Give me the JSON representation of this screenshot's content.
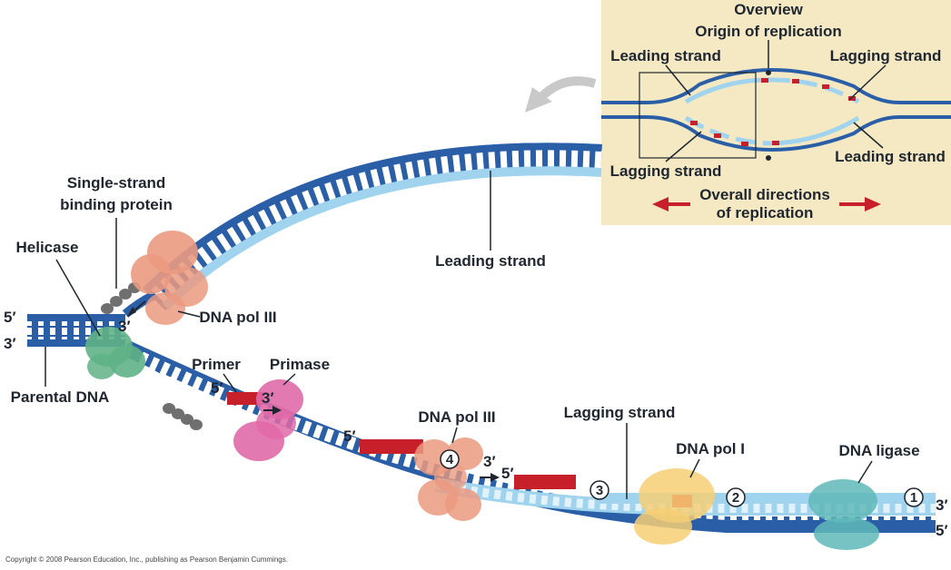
{
  "overview": {
    "title": "Overview",
    "origin": "Origin of replication",
    "leading_left": "Leading strand",
    "lagging_right": "Lagging strand",
    "lagging_left": "Lagging strand",
    "leading_right": "Leading strand",
    "directions_line1": "Overall directions",
    "directions_line2": "of replication"
  },
  "labels": {
    "ssb_line1": "Single-strand",
    "ssb_line2": "binding protein",
    "helicase": "Helicase",
    "leading_strand": "Leading strand",
    "dna_pol3_top": "DNA pol III",
    "parental_dna": "Parental DNA",
    "primer": "Primer",
    "primase": "Primase",
    "dna_pol3_bottom": "DNA pol III",
    "lagging_strand": "Lagging strand",
    "dna_pol1": "DNA pol I",
    "dna_ligase": "DNA ligase"
  },
  "ends": {
    "left_top": "5′",
    "left_bottom": "3′",
    "fork_3": "3′",
    "primer_5": "5′",
    "primer_3": "3′",
    "frag_a_5": "5′",
    "frag_b_3": "3′",
    "frag_b_5": "5′",
    "right_top": "3′",
    "right_bottom": "5′"
  },
  "steps": [
    "1",
    "2",
    "3",
    "4"
  ],
  "copyright": "Copyright © 2008 Pearson Education, Inc., publishing as Pearson Benjamin Cummings.",
  "colors": {
    "parental_strand": "#2a5fa8",
    "new_strand": "#9fd3ee",
    "rna_primer": "#c8202a",
    "overview_bg": "#f5e9c4",
    "helicase": "#5fb386",
    "primase": "#e06aa8",
    "dna_pol3": "#eb9a80",
    "dna_pol1": "#f6cf76",
    "dna_ligase": "#5fb8b8",
    "ssb": "#6f6f6f"
  }
}
